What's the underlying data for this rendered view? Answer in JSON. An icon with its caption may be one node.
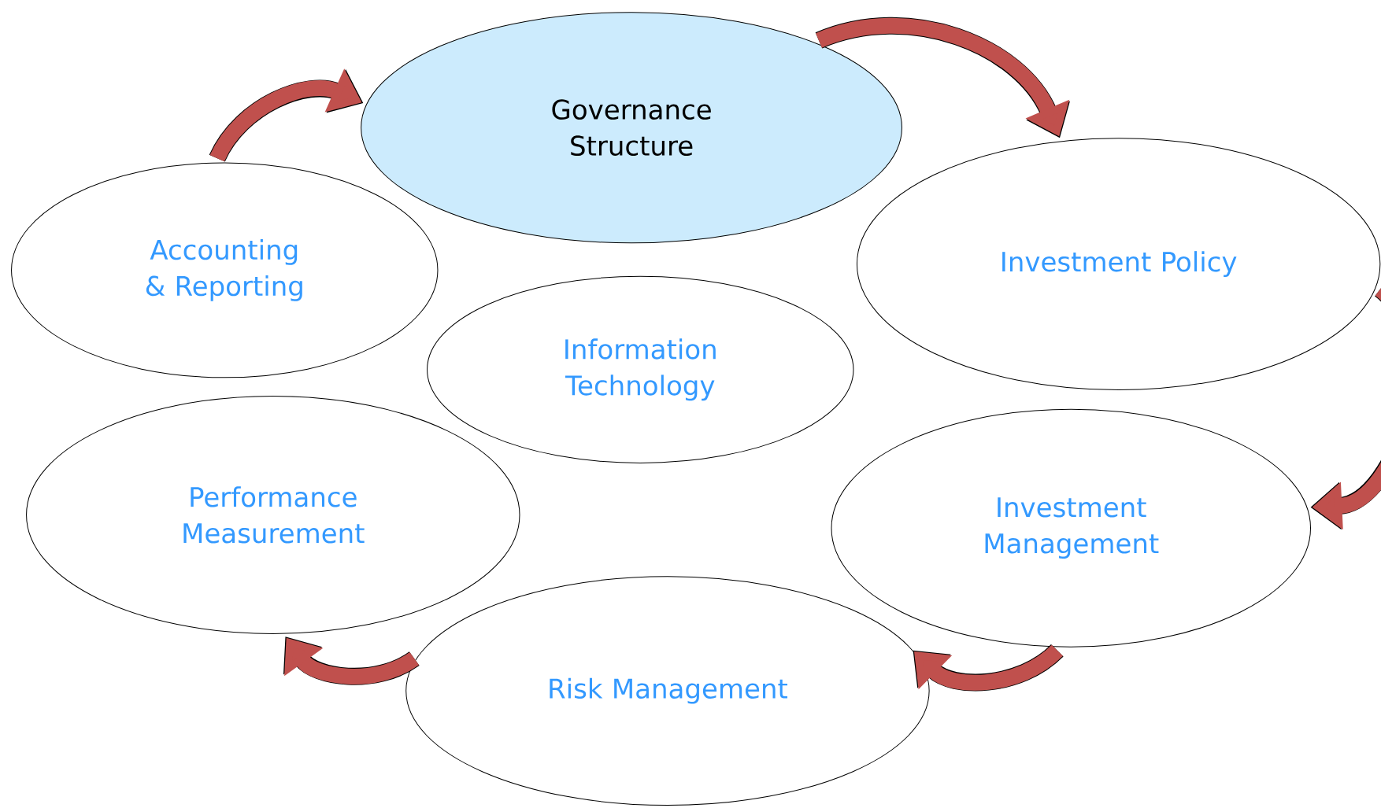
{
  "diagram": {
    "nodes": [
      {
        "text": [
          "Governance Structure"
        ]
      },
      {
        "text": [
          "Investment Policy"
        ]
      },
      {
        "text": [
          "Investment Management"
        ]
      },
      {
        "text": [
          "Risk Management"
        ]
      },
      {
        "text": [
          "Performance Measurement"
        ]
      },
      {
        "text": [
          "Accounting & Reporting"
        ]
      },
      {
        "text": [
          "Information Technology"
        ]
      }
    ],
    "edges": [
      {
        "from": 5,
        "to": 0,
        "arrow": "to"
      },
      {
        "from": 0,
        "to": 1,
        "arrow": "to"
      },
      {
        "from": 1,
        "to": 2,
        "arrow": "to"
      },
      {
        "from": 2,
        "to": 3,
        "arrow": "to"
      },
      {
        "from": 3,
        "to": 4,
        "arrow": "to"
      }
    ]
  }
}
